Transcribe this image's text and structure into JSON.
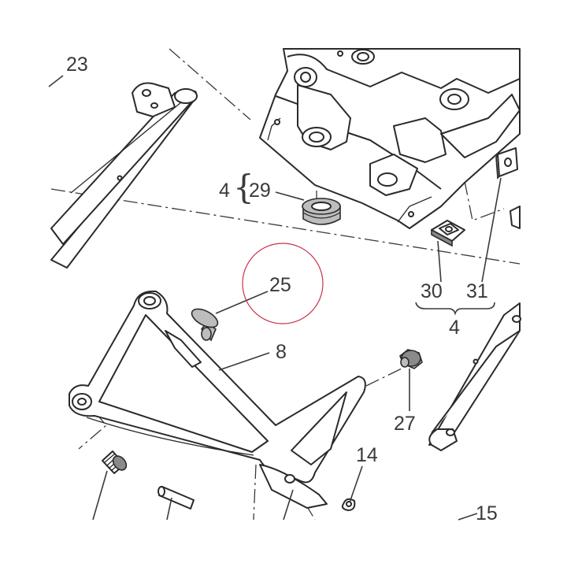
{
  "diagram": {
    "callouts": {
      "c23": "23",
      "c4_top": "4",
      "c29": "29",
      "c25": "25",
      "c8": "8",
      "c30": "30",
      "c31": "31",
      "c4_bottom": "4",
      "c27": "27",
      "c14": "14",
      "c15": "15"
    },
    "highlight_color": "#c8334a",
    "line_color": "#2a2a2a"
  }
}
